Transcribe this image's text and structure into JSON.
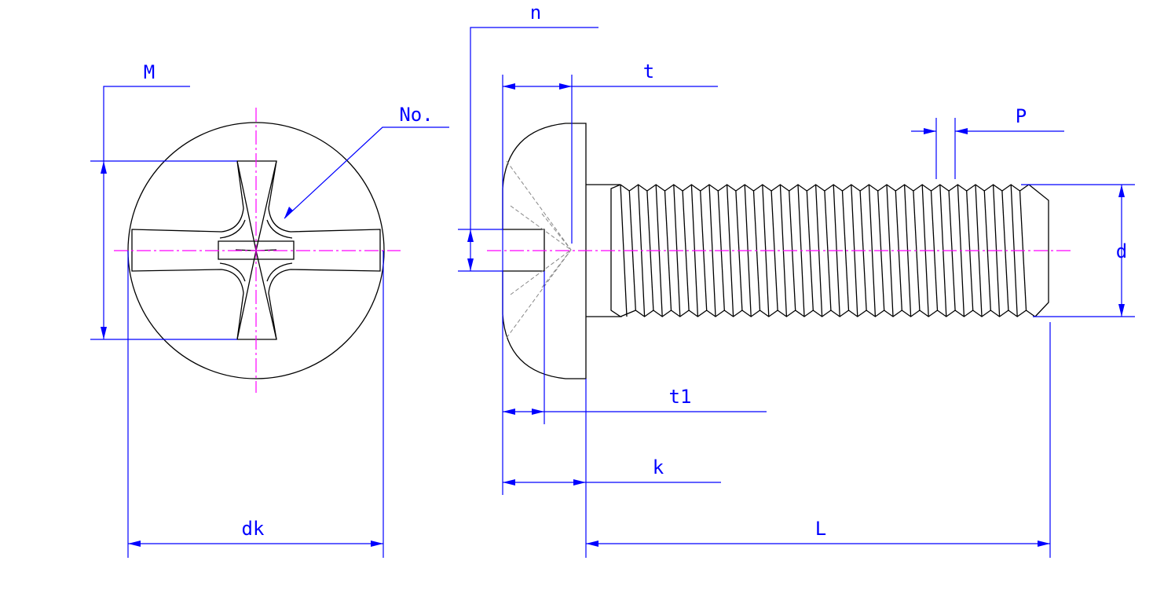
{
  "title": "Phillips pan head machine screw drawing",
  "colors": {
    "object": "#000000",
    "dimension": "#0000ff",
    "centerline": "#ff00ff",
    "hidden": "#888888"
  },
  "labels": {
    "n": "n",
    "M": "M",
    "t": "t",
    "No": "No.",
    "P": "P",
    "d": "d",
    "t1": "t1",
    "k": "k",
    "dk": "dk",
    "L": "L"
  }
}
